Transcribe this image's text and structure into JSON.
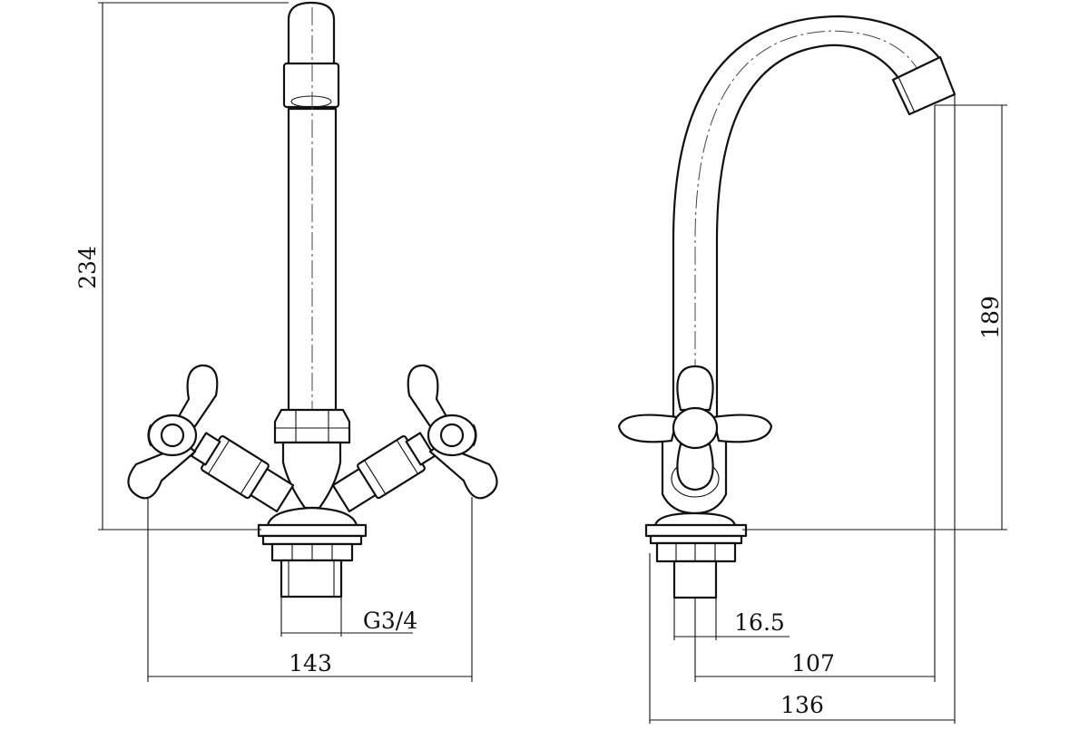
{
  "dimensions": {
    "left_view": {
      "overall_height": "234",
      "thread": "G3/4",
      "width": "143"
    },
    "right_view": {
      "spout_height": "189",
      "inlet_diameter": "16.5",
      "spout_reach": "107",
      "overall_length": "136"
    }
  }
}
